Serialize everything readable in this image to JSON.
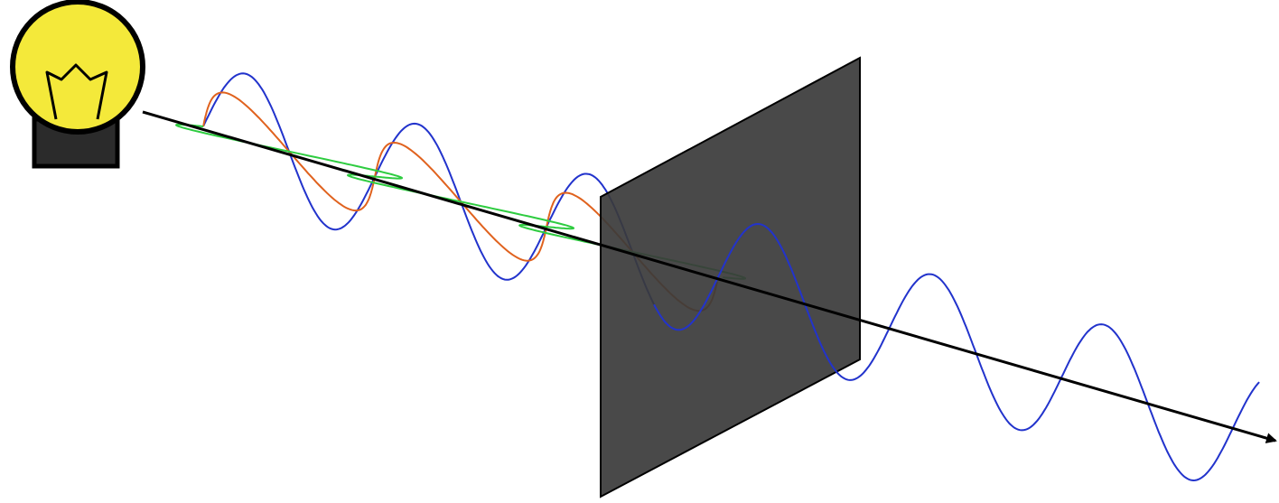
{
  "diagram": {
    "source": {
      "kind": "light-bulb",
      "bulb_color": "#f4e93a",
      "base_color": "#2b2b2b"
    },
    "beam": {
      "kind": "arrow",
      "color": "#000000"
    },
    "waves": [
      {
        "name": "vertical",
        "color": "#2233cc",
        "after_filter": true
      },
      {
        "name": "oblique",
        "color": "#e0621e",
        "after_filter": false
      },
      {
        "name": "near-horizontal",
        "color": "#2ecc40",
        "after_filter": false
      }
    ],
    "filter": {
      "kind": "polarizer",
      "color": "#3a3a3a",
      "opacity": 0.92
    }
  }
}
